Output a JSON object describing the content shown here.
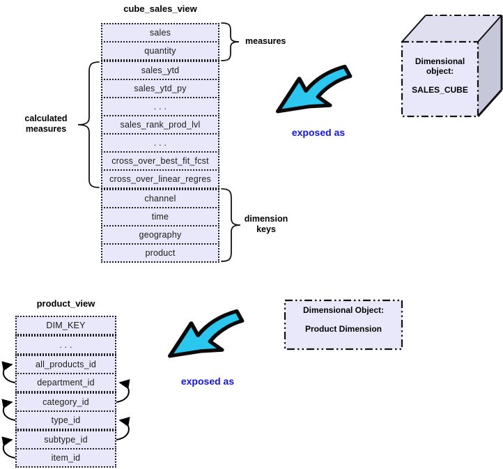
{
  "colors": {
    "row_fill": "#e8e8fa",
    "arrow_fill": "#2cc7ef",
    "exposed_text": "#1212ff",
    "cube_side": "#c7c7da",
    "cube_top": "#dfdfef",
    "outline": "#111111"
  },
  "cube_view": {
    "title": "cube_sales_view",
    "rows": [
      "sales",
      "quantity",
      "sales_ytd",
      "sales_ytd_py",
      ". . .",
      "sales_rank_prod_lvl",
      ". . .",
      "cross_over_best_fit_fcst",
      "cross_over_linear_regres",
      "channel",
      "time",
      "geography",
      "product"
    ],
    "braces": {
      "measures": "measures",
      "calculated_measures": "calculated measures",
      "dimension_keys": "dimension keys"
    },
    "exposed_label": "exposed as"
  },
  "cube_object": {
    "label": "Dimensional object:",
    "name": "SALES_CUBE"
  },
  "product_view": {
    "title": "product_view",
    "rows": [
      "DIM_KEY",
      ". . .",
      "all_products_id",
      "department_id",
      "category_id",
      "type_id",
      "subtype_id",
      "item_id"
    ],
    "exposed_label": "exposed as"
  },
  "product_object": {
    "label": "Dimensional Object:",
    "name": "Product Dimension"
  }
}
